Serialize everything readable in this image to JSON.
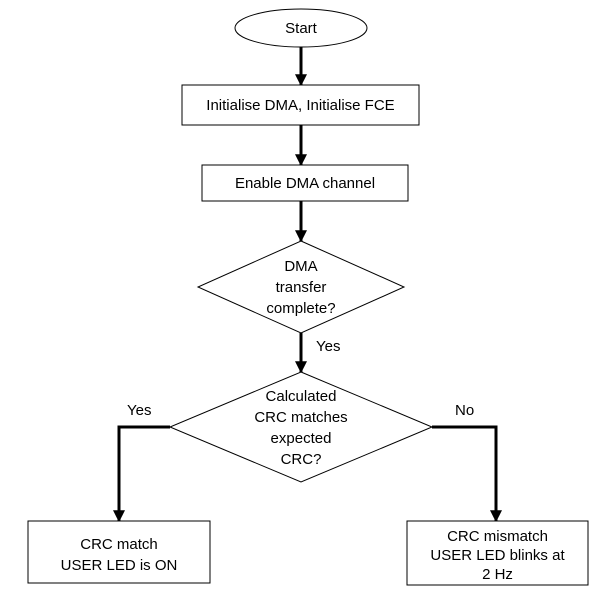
{
  "diagram": {
    "nodes": {
      "start": {
        "lines": [
          "Start"
        ]
      },
      "init": {
        "lines": [
          "Initialise DMA, Initialise FCE"
        ]
      },
      "enable": {
        "lines": [
          "Enable DMA channel"
        ]
      },
      "dma_complete": {
        "lines": [
          "DMA",
          "transfer",
          "complete?"
        ]
      },
      "crc_check": {
        "lines": [
          "Calculated",
          "CRC matches",
          "expected",
          "CRC?"
        ]
      },
      "crc_match": {
        "lines": [
          "CRC match",
          "USER LED is ON"
        ]
      },
      "crc_mismatch": {
        "lines": [
          "CRC mismatch",
          "USER LED blinks at",
          "2 Hz"
        ]
      }
    },
    "edges": {
      "dma_yes": "Yes",
      "crc_yes": "Yes",
      "crc_no": "No"
    }
  }
}
